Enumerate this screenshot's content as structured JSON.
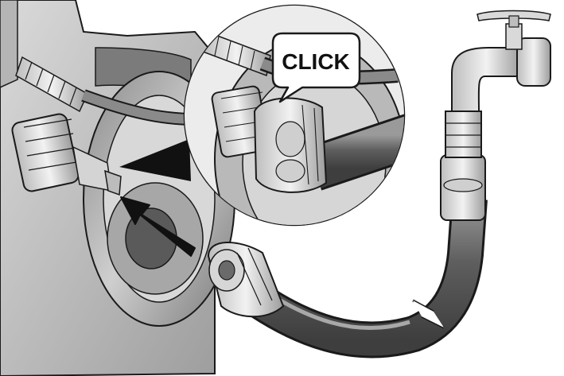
{
  "callout": {
    "label": "CLICK"
  },
  "colors": {
    "outline": "#1a1a1a",
    "body_dark": "#5a5a5a",
    "body_mid": "#8c8c8c",
    "body_light": "#c8c8c8",
    "highlight": "#efefef",
    "background": "#ffffff"
  },
  "icons": {
    "tap": "water-tap-icon",
    "arrow": "insert-direction-arrow",
    "magnifier": "detail-magnifier-circle"
  }
}
